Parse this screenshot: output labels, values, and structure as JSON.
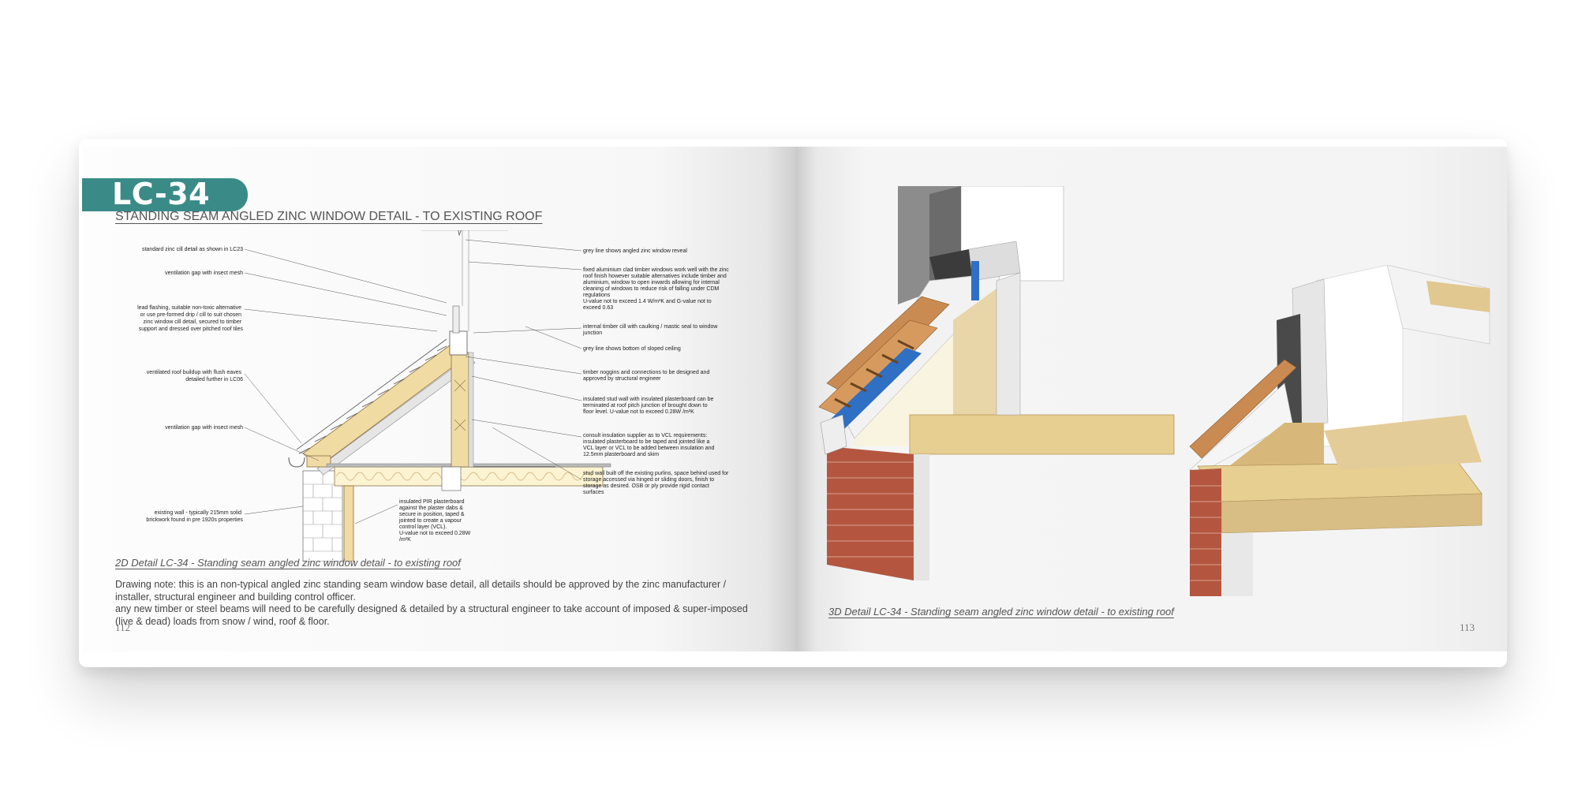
{
  "left_page": {
    "code": "LC-34",
    "title": "STANDING SEAM ANGLED ZINC WINDOW DETAIL - TO EXISTING ROOF",
    "callouts_left": [
      [
        "standard zinc cill detail as shown in LC23"
      ],
      [
        "ventilation gap with insect mesh"
      ],
      [
        "lead flashing, suitable non-toxic alternative",
        "or use pre-formed drip / cill to suit chosen",
        "zinc window cill detail, secured to timber",
        "support and dressed over pitched roof tiles"
      ],
      [
        "ventilated roof buildup with flush eaves",
        "detailed further in LC06"
      ],
      [
        "ventilation gap with insect mesh"
      ],
      [
        "existing wall - typically 215mm solid",
        "brickwork found in pre 1920s properties"
      ]
    ],
    "callouts_right": [
      [
        "grey line shows angled zinc window reveal"
      ],
      [
        "fixed aluminium clad timber windows work well with the zinc",
        "roof finish however suitable alternatives include timber and",
        "aluminium, window to open inwards allowing for internal",
        "cleaning of windows to reduce risk of falling under CDM",
        "regulations",
        "U-value not to exceed 1.4 W/m²K and G-value not to",
        "exceed 0.63"
      ],
      [
        "internal timber cill with caulking / mastic seal to window",
        "junction"
      ],
      [
        "grey line shows bottom of sloped ceiling"
      ],
      [
        "timber noggins and connections to be designed and",
        "approved by structural engineer"
      ],
      [
        "insulated stud wall with insulated plasterboard can be",
        "terminated at roof pitch junction of brought down to",
        "floor level. U-value not to exceed 0.28W /m²K"
      ],
      [
        "consult insulation supplier as to VCL requirements:",
        "insulated plasterboard to be taped and jointed like a",
        "VCL layer or VCL to be added between insulation and",
        "12.5mm plasterboard and skim"
      ],
      [
        "stud wall built off the existing purlins, space behind used for",
        "storage accessed via hinged or sliding doors, finish to",
        "storage as desired. OSB or ply provide rigid contact",
        "surfaces"
      ]
    ],
    "callout_bottom": [
      "insulated PIR plasterboard",
      "against the plaster dabs &",
      "secure in position, taped &",
      "jointed to create a vapour",
      "control layer (VCL).",
      "U-value not to exceed 0.28W",
      "/m²K"
    ],
    "caption": "2D Detail LC-34 - Standing seam angled zinc window detail - to existing roof",
    "note_line1": "Drawing note:  this is an non-typical angled zinc standing seam window base detail, all details should be approved by the zinc manufacturer / installer, structural engineer and building control officer.",
    "note_line2": "any new timber or steel beams will need to be carefully designed & detailed by a structural engineer to take account of imposed & super-imposed (live & dead) loads from snow / wind, roof & floor.",
    "page_number": "112"
  },
  "right_page": {
    "caption": "3D Detail LC-34 - Standing seam angled zinc window detail - to existing roof",
    "page_number": "113"
  },
  "colors": {
    "accent": "#3a8b87",
    "timber": "#f0dba3",
    "brick": "#b4563f",
    "tile": "#c98b52",
    "membrane": "#2f6fc4"
  }
}
